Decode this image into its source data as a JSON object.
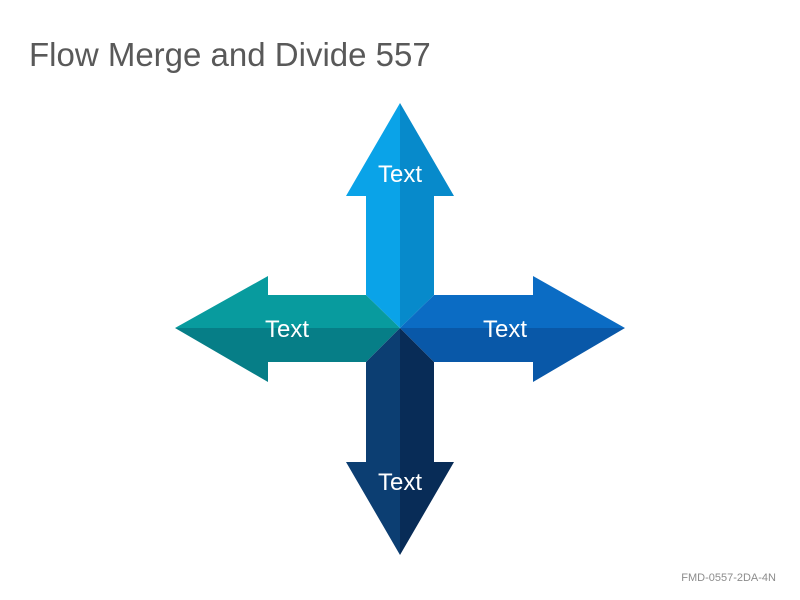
{
  "slide": {
    "title": "Flow Merge and Divide 557",
    "code": "FMD-0557-2DA-4N"
  },
  "arrows": {
    "up": {
      "label": "Text",
      "color_light": "#0AA3E8",
      "color_dark": "#078ACB"
    },
    "left": {
      "label": "Text",
      "color_light": "#089B9E",
      "color_dark": "#067E87"
    },
    "right": {
      "label": "Text",
      "color_light": "#0B6CC4",
      "color_dark": "#0958A8"
    },
    "down": {
      "label": "Text",
      "color_light": "#0C3E72",
      "color_dark": "#082C57"
    }
  }
}
